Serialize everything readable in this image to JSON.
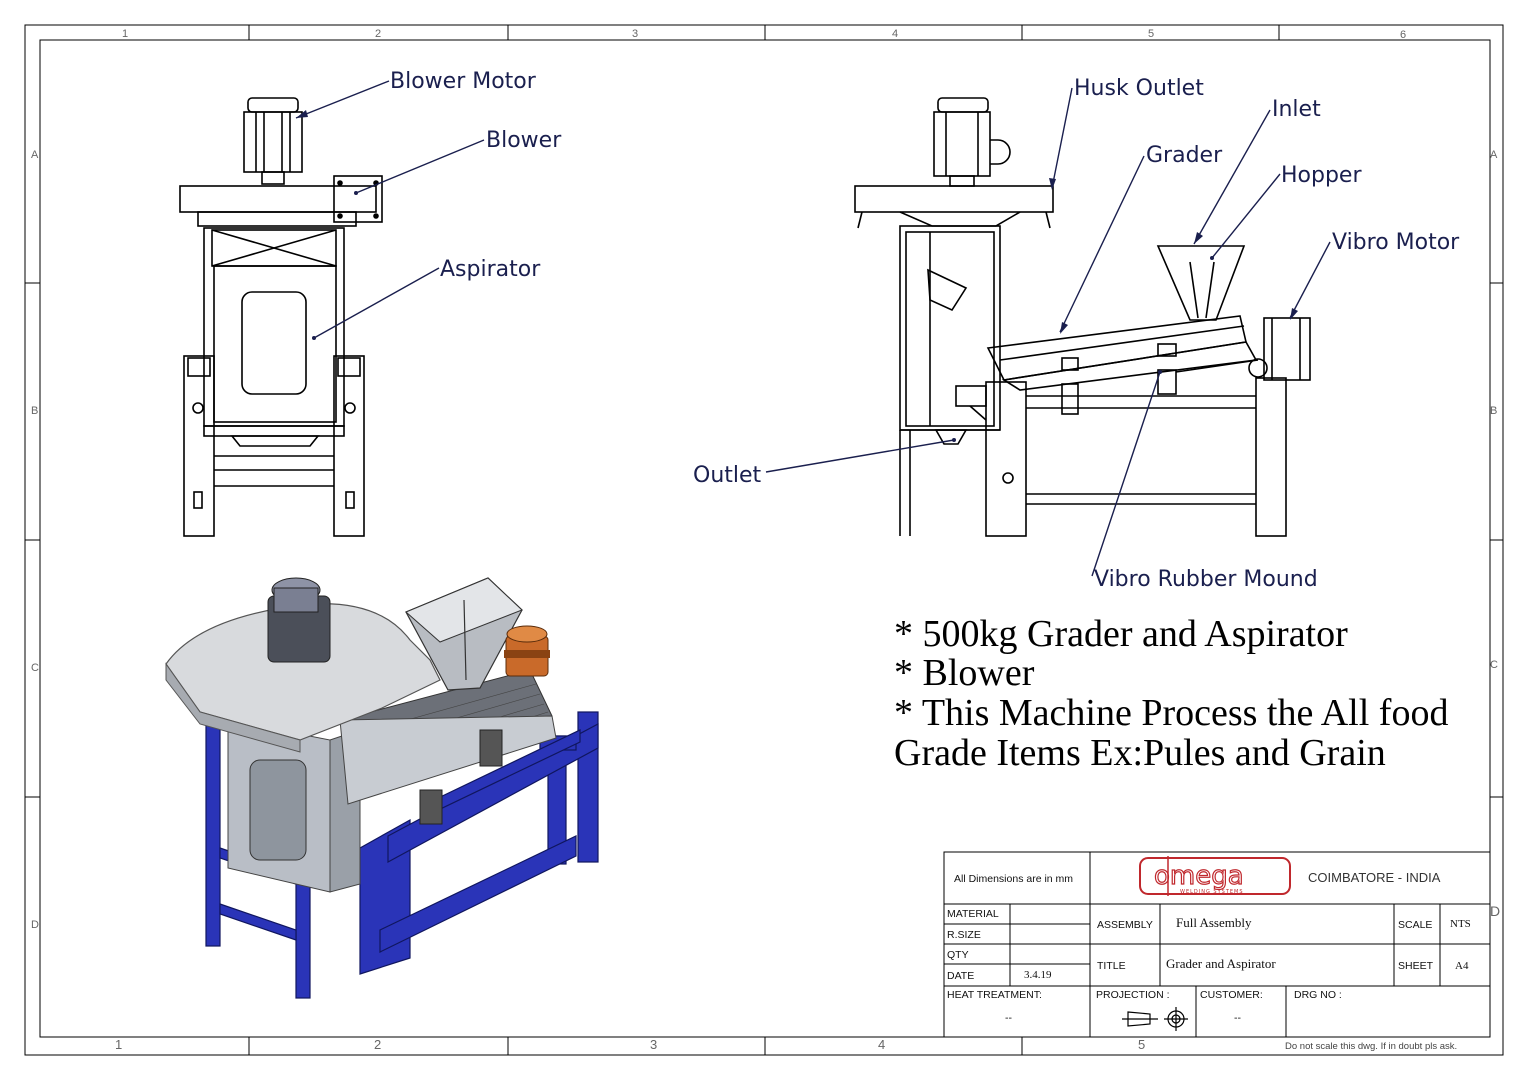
{
  "zones": {
    "columns_top": [
      "1",
      "2",
      "3",
      "4",
      "5",
      "6"
    ],
    "columns_bottom": [
      "1",
      "2",
      "3",
      "4",
      "5"
    ],
    "rows": [
      "A",
      "B",
      "C",
      "D"
    ]
  },
  "callouts": {
    "blower_motor": "Blower Motor",
    "blower": "Blower",
    "aspirator": "Aspirator",
    "husk_outlet": "Husk Outlet",
    "inlet": "Inlet",
    "grader": "Grader",
    "hopper": "Hopper",
    "vibro_motor": "Vibro Motor",
    "outlet": "Outlet",
    "vibro_rubber_mound": "Vibro Rubber Mound"
  },
  "notes": [
    "* 500kg Grader and Aspirator",
    "* Blower",
    "* This Machine Process the All food",
    "Grade Items Ex:Pules and Grain"
  ],
  "title_block": {
    "dimensions_note": "All Dimensions are in mm",
    "logo_text": "omega",
    "logo_subtext": "WELDING SYSTEMS",
    "location": "COIMBATORE - INDIA",
    "material_label": "MATERIAL",
    "rsize_label": "R.SIZE",
    "qty_label": "QTY",
    "date_label": "DATE",
    "date_value": "3.4.19",
    "assembly_label": "ASSEMBLY",
    "assembly_value": "Full Assembly",
    "title_label": "TITLE",
    "title_value": "Grader and Aspirator",
    "scale_label": "SCALE",
    "scale_value": "NTS",
    "sheet_label": "SHEET",
    "sheet_value": "A4",
    "heat_treatment_label": "HEAT TREATMENT:",
    "heat_treatment_value": "--",
    "projection_label": "PROJECTION :",
    "customer_label": "CUSTOMER:",
    "customer_value": "--",
    "drg_no_label": "DRG NO :",
    "disclaimer": "Do not scale this dwg. If in doubt pls ask."
  },
  "colors": {
    "frame_blue": "#2a34b8",
    "callout_ink": "#1a1f4e",
    "logo_red": "#c0282d",
    "motor_orange": "#c96a2a"
  }
}
